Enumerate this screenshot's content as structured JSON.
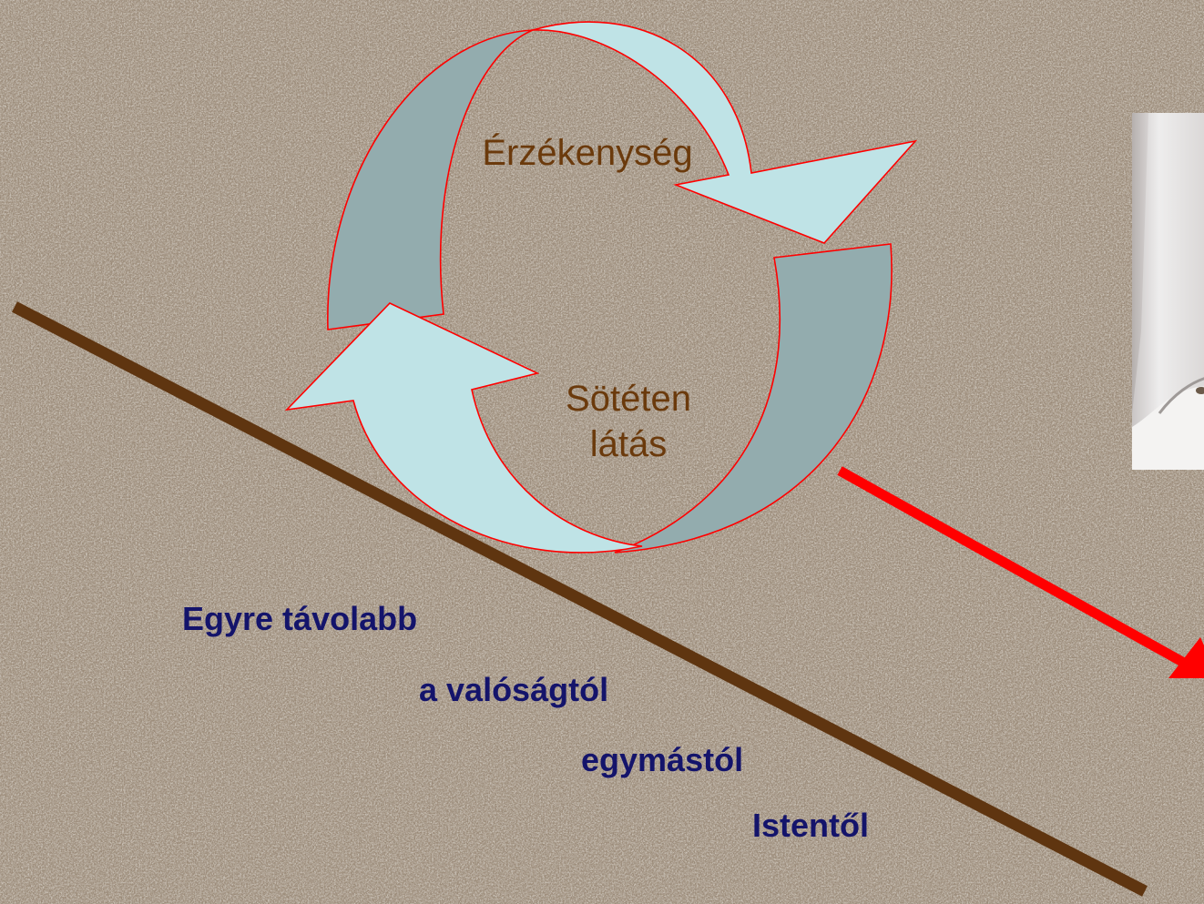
{
  "colors": {
    "background": "#9a8a78",
    "arrow_light": "#bfe3e6",
    "arrow_dark": "#93acae",
    "arrow_outline": "#ff0000",
    "cycle_text": "#6b3a0c",
    "diagonal_line": "#5f3510",
    "body_text": "#14146b",
    "pointer_arrow": "#ff0000"
  },
  "cycle": {
    "top_label": "Érzékenység",
    "bottom_label_line1": "Sötéten",
    "bottom_label_line2": "látás"
  },
  "text_lines": [
    "Egyre távolabb",
    "a valóságtól",
    "egymástól",
    "Istentől"
  ],
  "icons": {
    "cycle_arrows": "circular-arrows-icon",
    "pointer": "arrow-right-down-icon"
  }
}
